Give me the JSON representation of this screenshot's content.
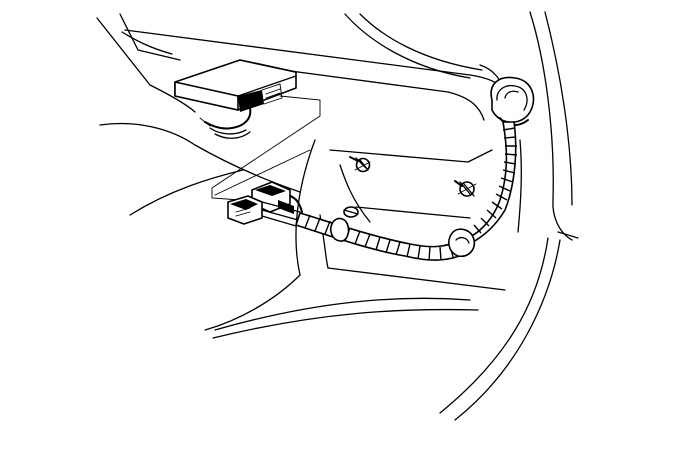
{
  "diagram": {
    "type": "line-art",
    "parts": [
      "module",
      "harness-connector",
      "corrugated-harness",
      "grommet",
      "screws"
    ]
  },
  "colors": {
    "line": "#000000",
    "background": "#ffffff"
  }
}
